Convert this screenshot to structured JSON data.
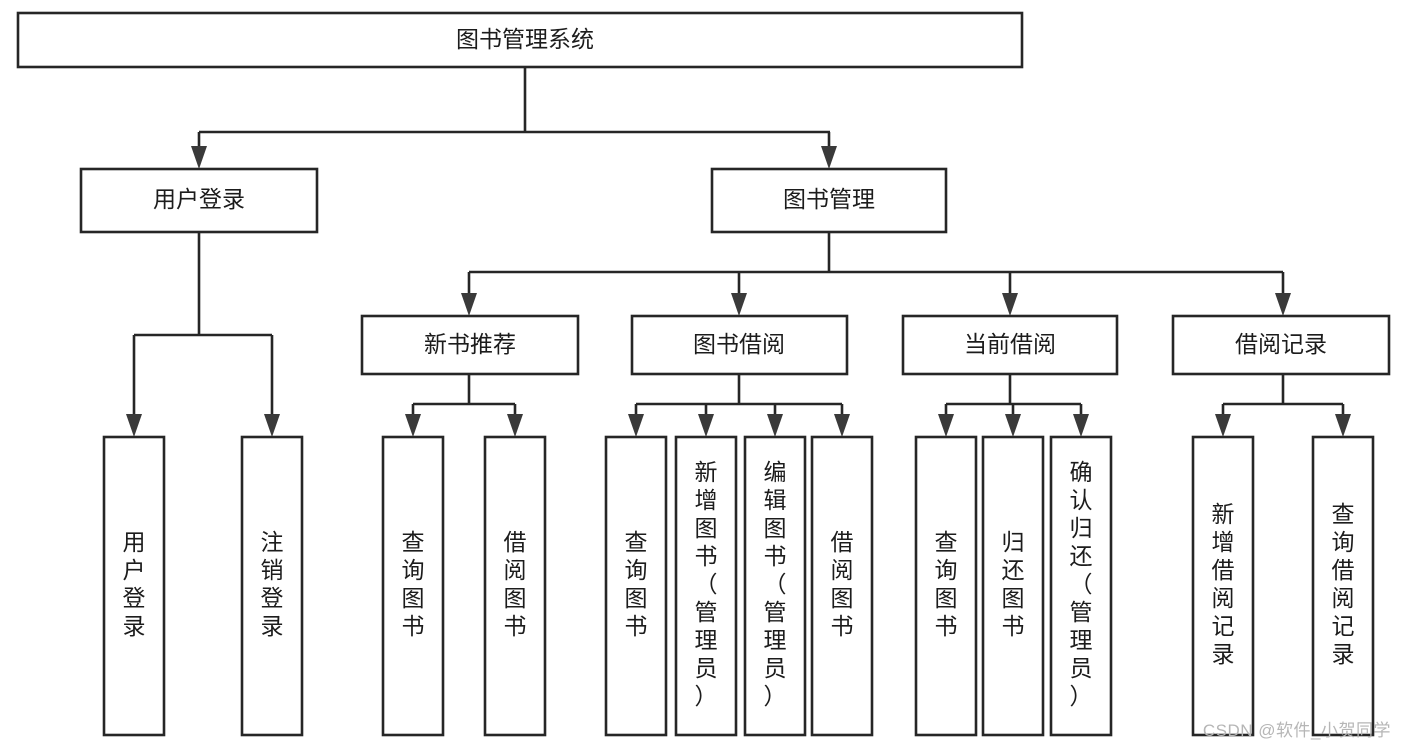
{
  "diagram": {
    "title": "图书管理系统",
    "type": "tree-hierarchy-chart",
    "orientation": "top-down",
    "colors": {
      "background": "#ffffff",
      "box_fill": "#ffffff",
      "box_stroke": "#262626",
      "connector": "#262626",
      "arrow_head": "#3a3a3a",
      "label_text": "#1c1c1c",
      "watermark_text": "#b6b6b6"
    },
    "root": {
      "id": "root",
      "label": "图书管理系统",
      "orientation": "horizontal"
    },
    "level1": [
      {
        "id": "user-login",
        "label": "用户登录",
        "orientation": "horizontal"
      },
      {
        "id": "book-manage",
        "label": "图书管理",
        "orientation": "horizontal"
      }
    ],
    "level2": [
      {
        "id": "new-book-recommend",
        "label": "新书推荐",
        "parent": "book-manage",
        "orientation": "horizontal"
      },
      {
        "id": "book-borrow",
        "label": "图书借阅",
        "parent": "book-manage",
        "orientation": "horizontal"
      },
      {
        "id": "current-borrow",
        "label": "当前借阅",
        "parent": "book-manage",
        "orientation": "horizontal"
      },
      {
        "id": "borrow-record",
        "label": "借阅记录",
        "parent": "book-manage",
        "orientation": "horizontal"
      }
    ],
    "leaves": [
      {
        "id": "leaf-user-login",
        "label": "用户登录",
        "parent": "user-login",
        "orientation": "vertical"
      },
      {
        "id": "leaf-user-logout",
        "label": "注销登录",
        "parent": "user-login",
        "orientation": "vertical"
      },
      {
        "id": "leaf-query-book-1",
        "label": "查询图书",
        "parent": "new-book-recommend",
        "orientation": "vertical"
      },
      {
        "id": "leaf-borrow-book-1",
        "label": "借阅图书",
        "parent": "new-book-recommend",
        "orientation": "vertical"
      },
      {
        "id": "leaf-query-book-2",
        "label": "查询图书",
        "parent": "book-borrow",
        "orientation": "vertical"
      },
      {
        "id": "leaf-add-book",
        "label": "新增图书（管理员）",
        "parent": "book-borrow",
        "orientation": "vertical"
      },
      {
        "id": "leaf-edit-book",
        "label": "编辑图书（管理员）",
        "parent": "book-borrow",
        "orientation": "vertical"
      },
      {
        "id": "leaf-borrow-book-2",
        "label": "借阅图书",
        "parent": "book-borrow",
        "orientation": "vertical"
      },
      {
        "id": "leaf-query-book-3",
        "label": "查询图书",
        "parent": "current-borrow",
        "orientation": "vertical"
      },
      {
        "id": "leaf-return-book",
        "label": "归还图书",
        "parent": "current-borrow",
        "orientation": "vertical"
      },
      {
        "id": "leaf-confirm-return",
        "label": "确认归还（管理员）",
        "parent": "current-borrow",
        "orientation": "vertical"
      },
      {
        "id": "leaf-add-record",
        "label": "新增借阅记录",
        "parent": "borrow-record",
        "orientation": "vertical"
      },
      {
        "id": "leaf-query-record",
        "label": "查询借阅记录",
        "parent": "borrow-record",
        "orientation": "vertical"
      }
    ]
  },
  "watermark": {
    "text": "CSDN @软件_小贺同学"
  }
}
